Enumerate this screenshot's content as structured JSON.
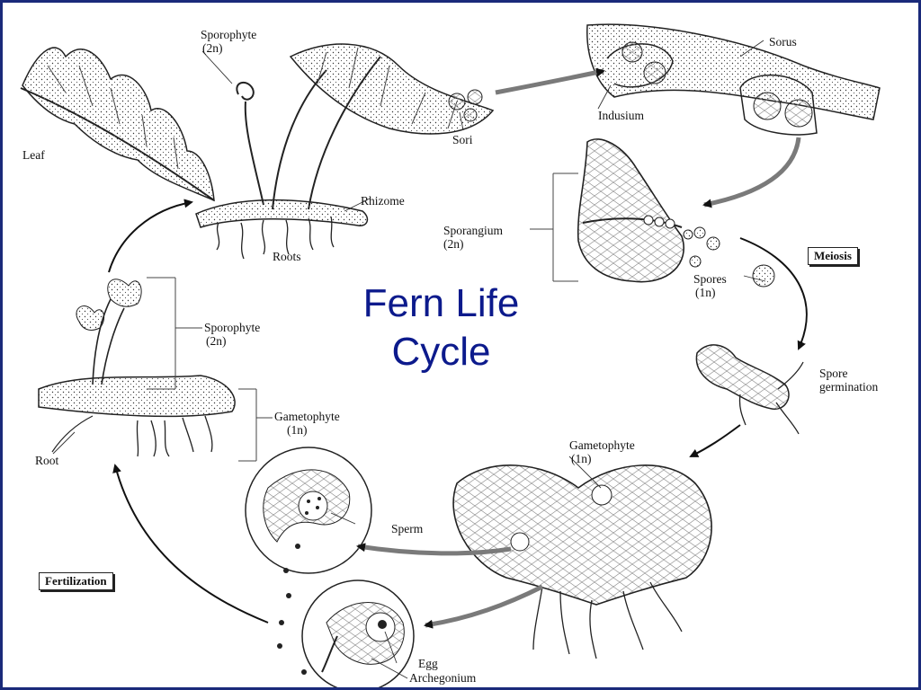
{
  "title": [
    "Fern Life",
    "Cycle"
  ],
  "labels": {
    "sporophyte_top": [
      "Sporophyte",
      "(2n)"
    ],
    "leaf": "Leaf",
    "sori": "Sori",
    "rhizome": "Rhizome",
    "roots": "Roots",
    "sorus": "Sorus",
    "indusium": "Indusium",
    "sporangium": [
      "Sporangium",
      "(2n)"
    ],
    "meiosis": "Meiosis",
    "spores": [
      "Spores",
      "(1n)"
    ],
    "spore_germination": [
      "Spore",
      "germination"
    ],
    "gametophyte_right": [
      "Gametophyte",
      "(1n)"
    ],
    "sporophyte_left": [
      "Sporophyte",
      "(2n)"
    ],
    "gametophyte_left": [
      "Gametophyte",
      "(1n)"
    ],
    "root": "Root",
    "sperm": "Sperm",
    "fertilization": "Fertilization",
    "egg": "Egg",
    "archegonium": "Archegonium"
  },
  "colors": {
    "title": "#0c1a8c",
    "frame": "#1a2a7a",
    "arrow_gray": "#7a7a7a",
    "ink": "#111111"
  }
}
